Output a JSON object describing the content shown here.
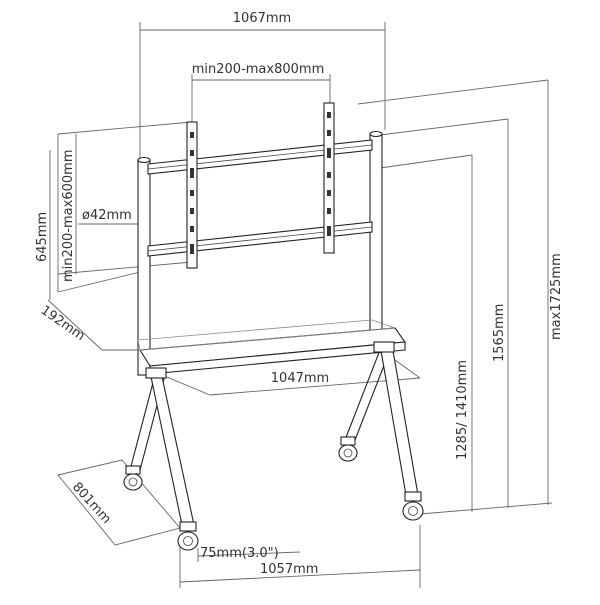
{
  "dimensions": {
    "top_width": "1067mm",
    "vesa_horizontal": "min200-max800mm",
    "vesa_vertical": "min200-max600mm",
    "mount_height": "645mm",
    "pole_diameter": "ø42mm",
    "shelf_depth": "192mm",
    "shelf_width": "1047mm",
    "height_range": "1285/ 1410mm",
    "height_mid": "1565mm",
    "height_max": "max1725mm",
    "base_depth": "801mm",
    "caster_size": "75mm(3.0\")",
    "base_width": "1057mm"
  }
}
